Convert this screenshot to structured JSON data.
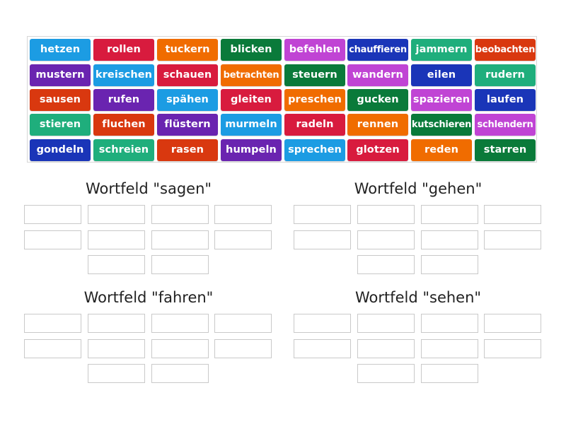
{
  "activity": {
    "type": "group-sort",
    "colors": {
      "lightblue": "#1c9ce3",
      "crimson": "#d81b3e",
      "orange": "#f06c00",
      "darkgreen": "#0a7a3a",
      "magenta": "#c044d4",
      "navy": "#1a35b8",
      "teal": "#1fae7c",
      "orangered": "#d9380f",
      "purple": "#6a24b0"
    }
  },
  "tiles": [
    {
      "label": "hetzen",
      "color": "lightblue"
    },
    {
      "label": "rollen",
      "color": "crimson"
    },
    {
      "label": "tuckern",
      "color": "orange"
    },
    {
      "label": "blicken",
      "color": "darkgreen"
    },
    {
      "label": "befehlen",
      "color": "magenta"
    },
    {
      "label": "chauffieren",
      "color": "navy"
    },
    {
      "label": "jammern",
      "color": "teal"
    },
    {
      "label": "beobachten",
      "color": "orangered"
    },
    {
      "label": "mustern",
      "color": "purple"
    },
    {
      "label": "kreischen",
      "color": "lightblue"
    },
    {
      "label": "schauen",
      "color": "crimson"
    },
    {
      "label": "betrachten",
      "color": "orange"
    },
    {
      "label": "steuern",
      "color": "darkgreen"
    },
    {
      "label": "wandern",
      "color": "magenta"
    },
    {
      "label": "eilen",
      "color": "navy"
    },
    {
      "label": "rudern",
      "color": "teal"
    },
    {
      "label": "sausen",
      "color": "orangered"
    },
    {
      "label": "rufen",
      "color": "purple"
    },
    {
      "label": "spähen",
      "color": "lightblue"
    },
    {
      "label": "gleiten",
      "color": "crimson"
    },
    {
      "label": "preschen",
      "color": "orange"
    },
    {
      "label": "gucken",
      "color": "darkgreen"
    },
    {
      "label": "spazieren",
      "color": "magenta"
    },
    {
      "label": "laufen",
      "color": "navy"
    },
    {
      "label": "stieren",
      "color": "teal"
    },
    {
      "label": "fluchen",
      "color": "orangered"
    },
    {
      "label": "flüstern",
      "color": "purple"
    },
    {
      "label": "murmeln",
      "color": "lightblue"
    },
    {
      "label": "radeln",
      "color": "crimson"
    },
    {
      "label": "rennen",
      "color": "orange"
    },
    {
      "label": "kutschieren",
      "color": "darkgreen"
    },
    {
      "label": "schlendern",
      "color": "magenta"
    },
    {
      "label": "gondeln",
      "color": "navy"
    },
    {
      "label": "schreien",
      "color": "teal"
    },
    {
      "label": "rasen",
      "color": "orangered"
    },
    {
      "label": "humpeln",
      "color": "purple"
    },
    {
      "label": "sprechen",
      "color": "lightblue"
    },
    {
      "label": "glotzen",
      "color": "crimson"
    },
    {
      "label": "reden",
      "color": "orange"
    },
    {
      "label": "starren",
      "color": "darkgreen"
    }
  ],
  "groups": [
    {
      "title": "Wortfeld \"sagen\"",
      "slots": 10
    },
    {
      "title": "Wortfeld \"gehen\"",
      "slots": 10
    },
    {
      "title": "Wortfeld \"fahren\"",
      "slots": 10
    },
    {
      "title": "Wortfeld \"sehen\"",
      "slots": 10
    }
  ]
}
